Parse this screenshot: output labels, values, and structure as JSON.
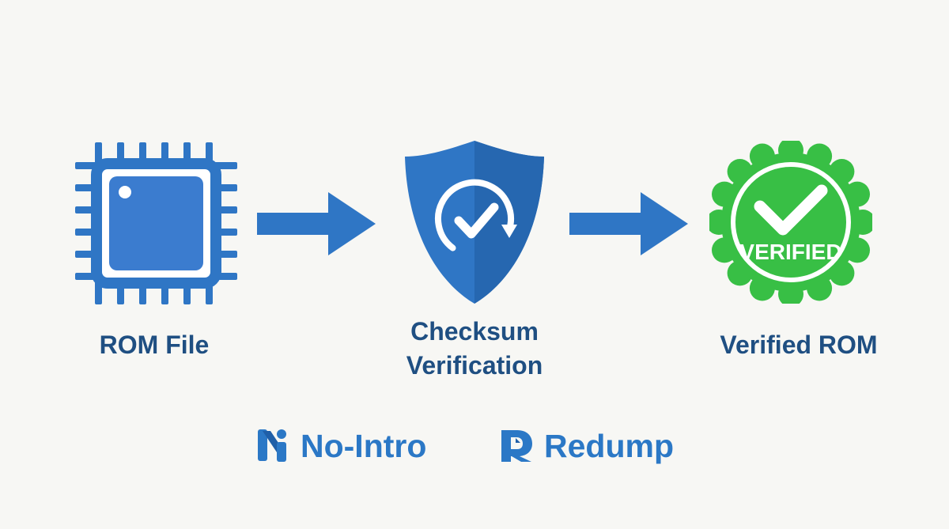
{
  "steps": {
    "rom_file": "ROM File",
    "checksum_line1": "Checksum",
    "checksum_line2": "Verification",
    "verified_rom": "Verified ROM",
    "badge_text": "VERIFIED"
  },
  "brands": {
    "nointro": "No-Intro",
    "redump": "Redump"
  },
  "colors": {
    "blue": "#2b78c6",
    "dark_blue": "#1f4f82",
    "green": "#38bf45",
    "background": "#f7f7f4"
  },
  "icons": {
    "rom": "chip-icon",
    "checksum": "shield-check-icon",
    "verified": "verified-badge-icon",
    "arrow": "arrow-right-icon"
  }
}
